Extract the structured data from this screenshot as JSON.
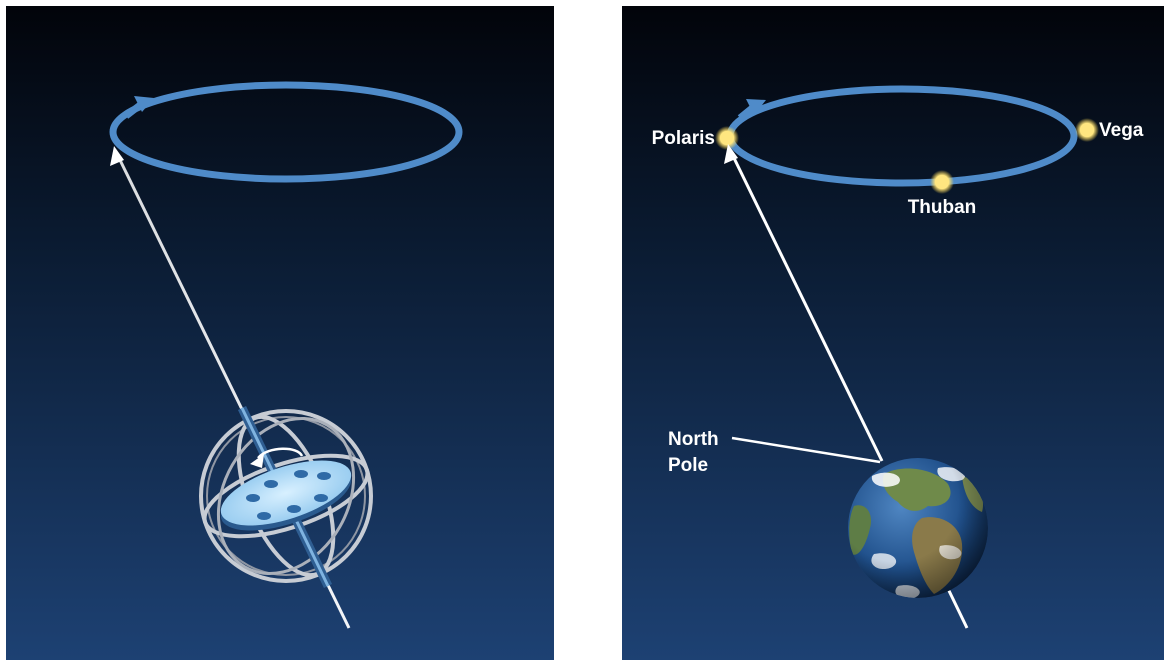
{
  "figure": {
    "colors": {
      "sky_top": "#02040a",
      "sky_bottom": "#1c3f70",
      "orbit": "#4f8bc9",
      "star": "#ffe680",
      "axis": "#ffffff"
    },
    "left_panel": {
      "subject": "gyroscope"
    },
    "right_panel": {
      "subject": "earth",
      "stars": [
        {
          "name": "Polaris"
        },
        {
          "name": "Vega"
        },
        {
          "name": "Thuban"
        }
      ],
      "pole_label_line1": "North",
      "pole_label_line2": "Pole"
    }
  }
}
